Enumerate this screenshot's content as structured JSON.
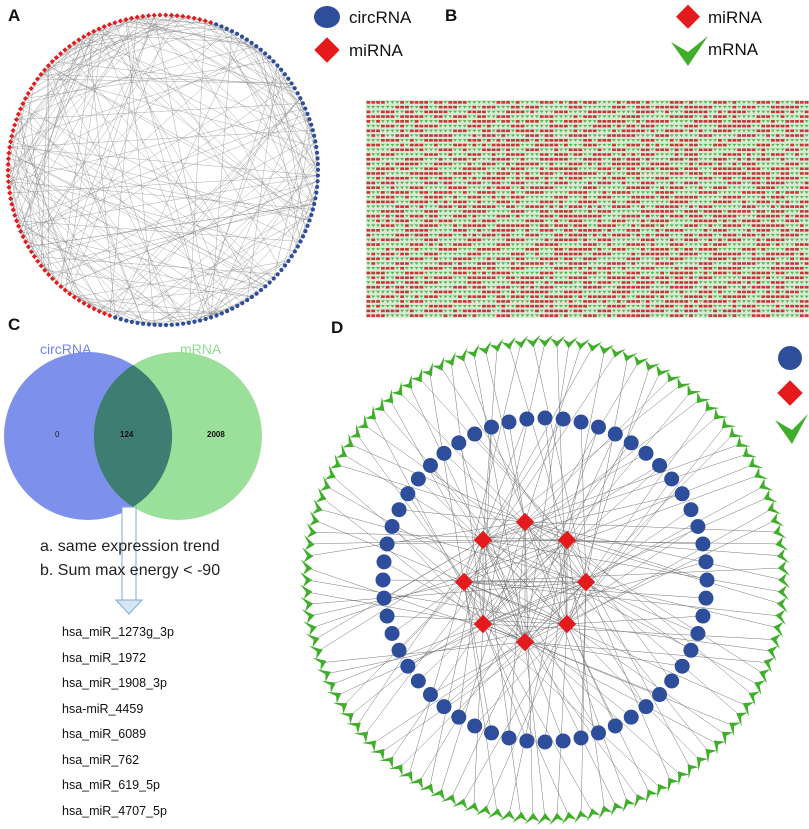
{
  "panels": {
    "a": "A",
    "b": "B",
    "c": "C",
    "d": "D"
  },
  "legend_a": {
    "circ_label": "circRNA",
    "mirna_label": "miRNA"
  },
  "legend_b": {
    "mirna_label": "miRNA",
    "mrna_label": "mRNA"
  },
  "venn": {
    "left_label": "circRNA",
    "right_label": "mRNA",
    "left_only": "0",
    "overlap": "124",
    "right_only": "2008",
    "left_color": "#6f84ea",
    "right_color": "#8fdc8f",
    "overlap_color": "#3d7d72"
  },
  "criteria": {
    "a": "a. same expression trend",
    "b": "b. Sum max energy < -90"
  },
  "mirnas": [
    "hsa_miR_1273g_3p",
    "hsa_miR_1972",
    "hsa_miR_1908_3p",
    "hsa-miR_4459",
    "hsa_miR_6089",
    "hsa_miR_762",
    "hsa_miR_619_5p",
    "hsa_miR_4707_5p"
  ],
  "colors": {
    "circrna": "#2e4d9a",
    "mirna": "#e41a1c",
    "mrna": "#3fae2a",
    "edge": "#8a8a8a"
  }
}
